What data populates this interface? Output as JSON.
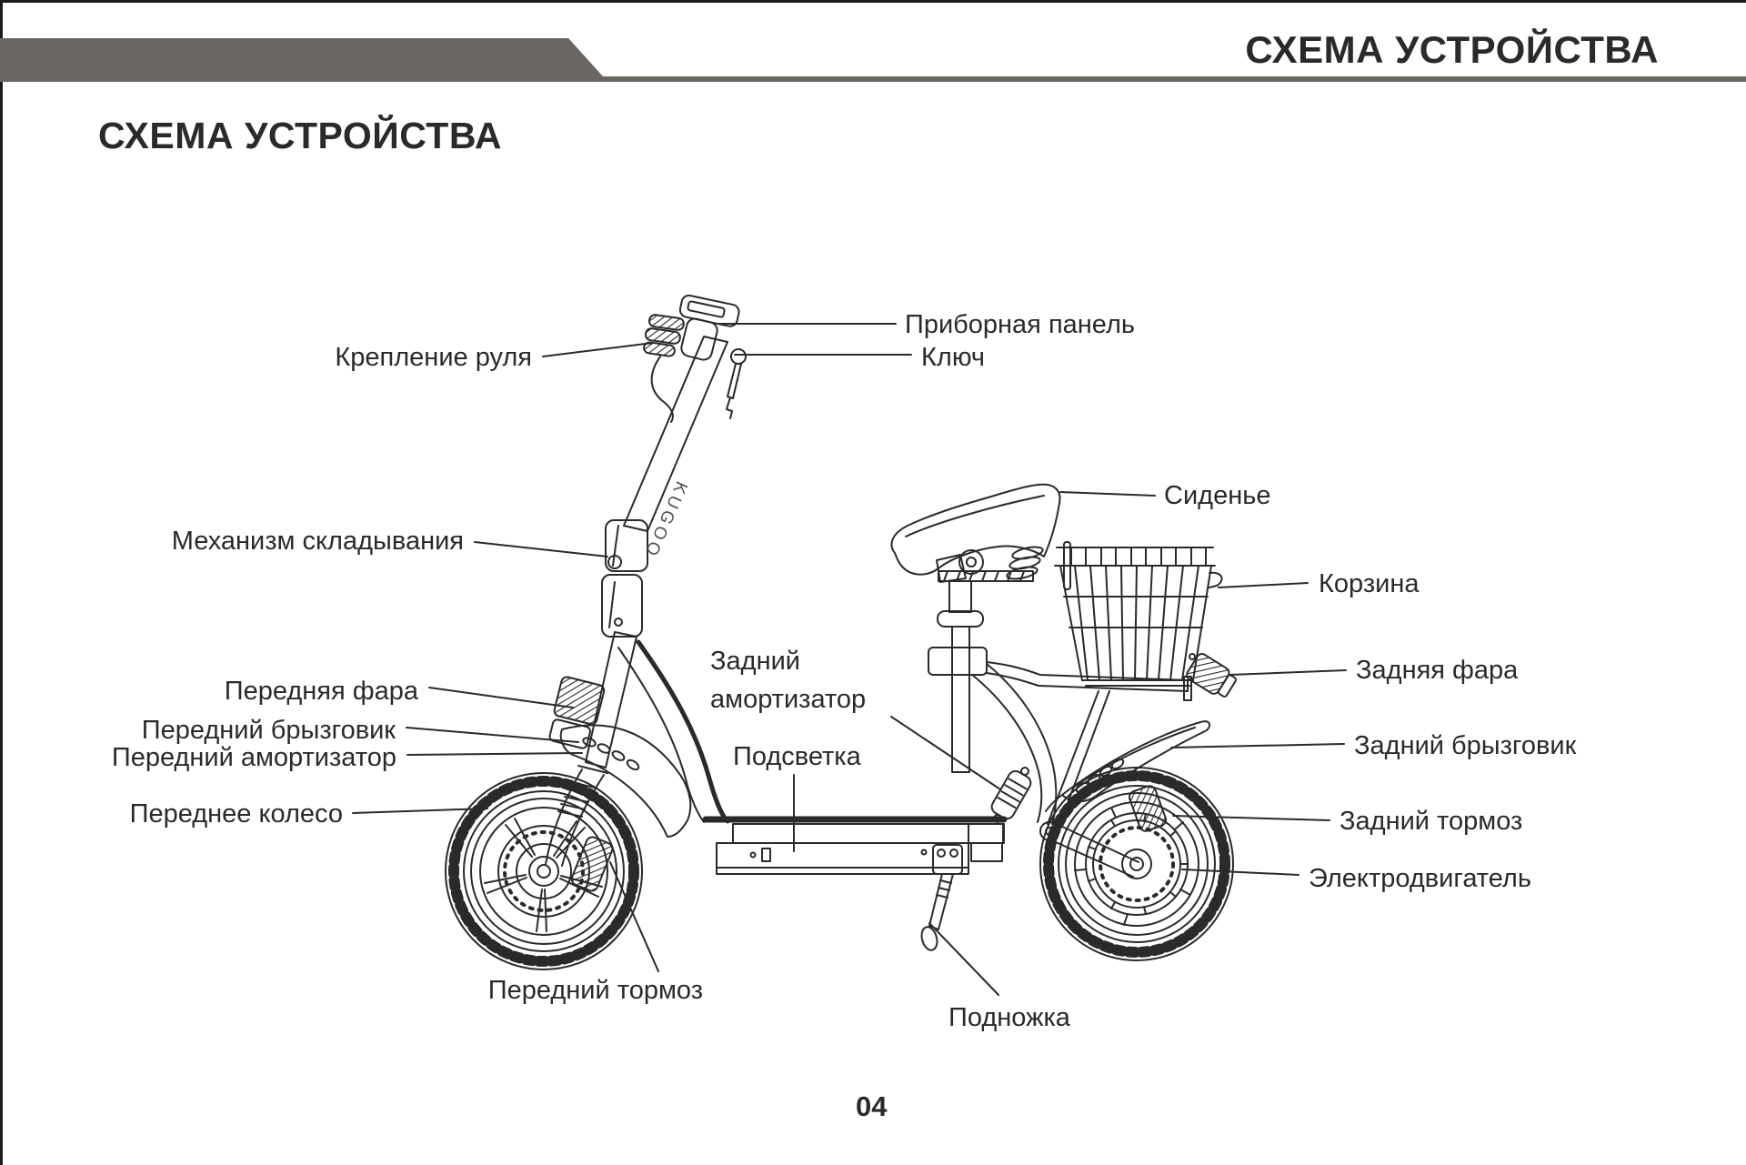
{
  "header": {
    "title": "СХЕМА УСТРОЙСТВА"
  },
  "page": {
    "title": "СХЕМА УСТРОЙСТВА",
    "number": "04"
  },
  "colors": {
    "band": "#6b6762",
    "ink": "#2b2a29"
  },
  "diagram": {
    "brand": "KUGOO",
    "labels": [
      {
        "id": "handlebar-mount",
        "text": "Крепление руля"
      },
      {
        "id": "dashboard",
        "text": "Приборная панель"
      },
      {
        "id": "key",
        "text": "Ключ"
      },
      {
        "id": "folding-mechanism",
        "text": "Механизм складывания"
      },
      {
        "id": "seat",
        "text": "Сиденье"
      },
      {
        "id": "basket",
        "text": "Корзина"
      },
      {
        "id": "rear-light",
        "text": "Задняя фара"
      },
      {
        "id": "front-light",
        "text": "Передняя фара"
      },
      {
        "id": "front-mudguard",
        "text": "Передний брызговик"
      },
      {
        "id": "front-shock",
        "text": "Передний амортизатор"
      },
      {
        "id": "rear-shock",
        "text": "Задний амортизатор"
      },
      {
        "id": "underglow",
        "text": "Подсветка"
      },
      {
        "id": "rear-mudguard",
        "text": "Задний брызговик"
      },
      {
        "id": "front-wheel",
        "text": "Переднее колесо"
      },
      {
        "id": "rear-brake",
        "text": "Задний тормоз"
      },
      {
        "id": "motor",
        "text": "Электродвигатель"
      },
      {
        "id": "front-brake",
        "text": "Передний тормоз"
      },
      {
        "id": "kickstand",
        "text": "Подножка"
      }
    ]
  }
}
